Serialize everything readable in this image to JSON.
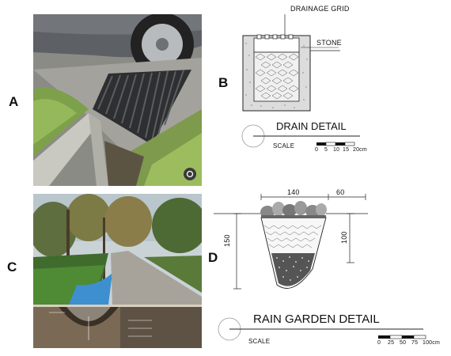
{
  "panels": {
    "a": "A",
    "b": "B",
    "c": "C",
    "d": "D"
  },
  "drain_detail": {
    "grid_label": "DRAINAGE GRID",
    "stone_label": "STONE",
    "title": "DRAIN DETAIL",
    "scale_label": "SCALE",
    "scale_ticks": [
      "0",
      "5",
      "10",
      "15",
      "20cm"
    ]
  },
  "rain_garden_detail": {
    "dim_top_left": "140",
    "dim_top_right": "60",
    "dim_left": "150",
    "dim_right": "100",
    "title": "RAIN GARDEN DETAIL",
    "scale_label": "SCALE",
    "scale_ticks": [
      "0",
      "25",
      "50",
      "75",
      "100cm"
    ]
  }
}
